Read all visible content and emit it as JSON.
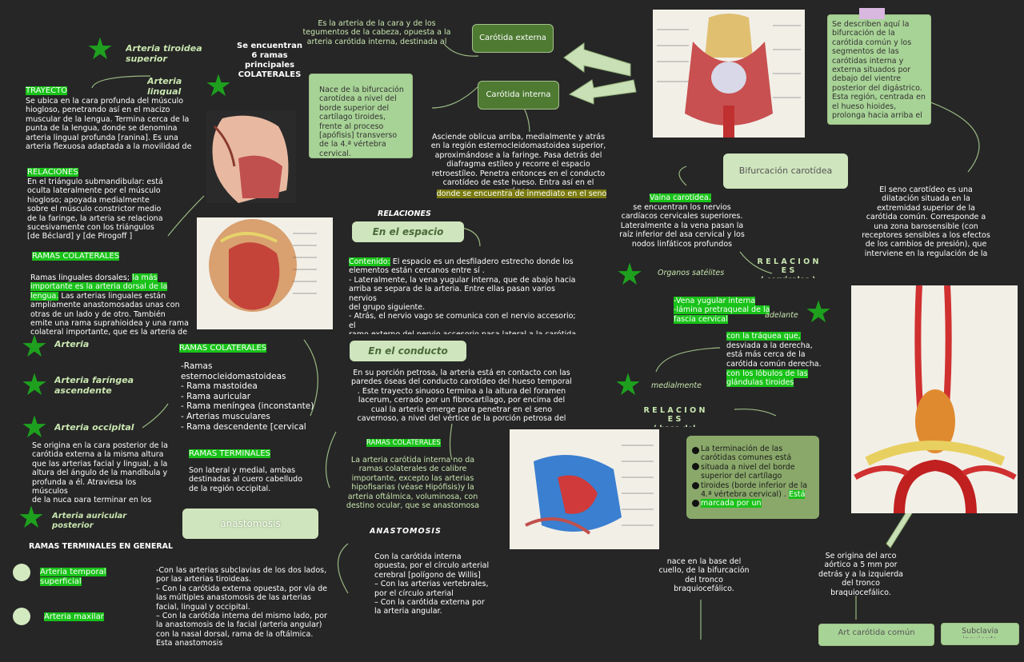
{
  "header": {
    "arteria_tiroidea": "Arteria tiroidea\nsuperior",
    "se_encuentran": "Se encuentran\n6 ramas\nprincipales\nCOLATERALES",
    "arteria_lingual": "Arteria\nlingual",
    "cara_text": "Es la arteria de la cara y de los\ntegumentos de la cabeza, opuesta a la\narteria carótida interna, destinada al"
  },
  "lingual": {
    "trayecto_label": "TRAYECTO",
    "trayecto_text": "Se ubica en la cara profunda del músculo\nhiogloso, penetrando así en el macizo\nmuscular de la lengua. Termina cerca de la\npunta de la lengua, donde se denomina\narteria lingual profunda [ranina]. Es una\narteria flexuosa adaptada a la movilidad de",
    "relaciones_label": "RELACIONES",
    "relaciones_text": "En el triángulo submandibular: está\noculta lateralmente por el músculo\nhiogloso; apoyada medialmente\nsobre el músculo constrictor medio\nde la faringe, la arteria se relaciona\nsucesivamente con los triángulos\n[de Béclard] y [de Pirogoff ]",
    "ramas_label": "RAMAS COLATERALES",
    "ramas_pre": "Ramas linguales dorsales; ",
    "ramas_hl": "la más\nimportante es la arteria dorsal de la\nlengua.",
    "ramas_post": " Las arterias linguales están\nampliamente anastomosadas unas con\notras de un lado y de otro. También\nemite una rama suprahioidea y una rama\ncolateral importante, que es la arteria de"
  },
  "left_arteries": {
    "arteria": "Arteria",
    "faringea": "Arteria faríngea\nascendente",
    "occipital": "Arteria occipital",
    "auricular": "Arteria auricular\nposterior"
  },
  "occipital": {
    "text": "Se origina en la cara posterior de la\ncarótida externa a la misma altura\nque las arterias facial y lingual, a la\naltura del ángulo de la mandíbula y\nprofunda a él. Atraviesa los músculos\nde la nuca para terminar en los\nplanos superficiales de la región",
    "ramas_col_label": "RAMAS COLATERALES",
    "ramas_col_list": "-Ramas\nesternocleidomastoideas\n- Rama mastoidea\n- Rama auricular\n- Rama meníngea (inconstante)\n- Arterias musculares\n- Rama descendente [cervical",
    "ramas_term_label": "RAMAS TERMINALES",
    "ramas_term_text": "Son lateral y medial, ambas\ndestinadas al cuero cabelludo\nde la región occipital."
  },
  "anastomosis_left": {
    "pill": "anastomosis",
    "ramas_general": "RAMAS TERMINALES EN GENERAL",
    "temporal": "Arteria temporal\nsuperficial",
    "maxilar": "Arteria maxilar",
    "text": "-Con las arterias subclavias de los dos lados,\npor las arterias tiroideas.\n– Con la carótida externa opuesta, por vía de\nlas múltiples anastomosis de las arterias\nfacial, lingual y occipital.\n– Con la carótida interna del mismo lado, por\nla anastomosis de la facial (arteria angular)\ncon la nasal dorsal, rama de la oftálmica.\nEsta anastomosis"
  },
  "center": {
    "carotida_externa": "Carótida externa",
    "carotida_interna": "Carótida interna",
    "nace_box": "Nace de la bifurcación\ncarotídea a nivel del\nborde superior del\ncartílago tiroides,\nfrente al proceso\n[apófisis] transverso\nde la 4.ª vértebra\ncervical.",
    "asciende": "Asciende oblicua arriba, medialmente y atrás\nen la región esternocleidomastoidea superior,\naproximándose a la faringe. Pasa detrás del\ndiafragma estíleo y recorre el espacio\nretroestíleo. Penetra entonces en el conducto\ncarotídeo de este hueso. Entra así en el cráneo,",
    "asciende_hl": "donde se encuentra de inmediato en el seno",
    "relaciones": "RELACIONES",
    "en_el_espacio": "En el espacio",
    "contenido_label": "Contenido:",
    "espacio_text": " El espacio es un desfiladero estrecho donde los\nelementos están cercanos entre sí .\n- Lateralmente, la vena yugular interna, que de abajo hacia\narriba se separa de la arteria. Entre ellas pasan varios nervios\ndel grupo siguiente.\n- Atrás, el nervio vago se comunica con el nervio accesorio; el\nramo externo del nervio accesorio pasa lateral a la carótida\ninterna, sea lateral o medial a la yugular interna.",
    "en_el_conducto": "En el conducto",
    "conducto_text": "En su porción petrosa, la arteria está en contacto con las\nparedes óseas del conducto carotídeo del hueso temporal\n. Este trayecto sinuoso termina a la altura del foramen\nlacerum, cerrado por un fibrocartílago, por encima del\ncual la arteria emerge para penetrar en el seno\ncavernoso, a nivel del vértice de la porción petrosa del",
    "ramas_col": "RAMAS COLATERALES",
    "ramas_col_text": "La arteria carótida interna no da\nramas colaterales de calibre\nimportante, excepto las arterias\nhipofisarias (véase Hipófisis)y la\narteria oftálmica, voluminosa, con\ndestino ocular, que se anastomosa",
    "anastomosis": "ANASTOMOSIS",
    "anast_text": "Con la carótida interna\nopuesta, por el círculo arterial\ncerebral [polígono de Willis]\n– Con las arterias vertebrales,\npor el círculo arterial\n– Con la carótida externa por\nla arteria angular."
  },
  "right": {
    "se_describen": "Se describen aquí la\nbifurcación de la\ncarótida común y los\nsegmentos de las\ncarótidas interna y\nexterna situados por\ndebajo del vientre\nposterior del digástrico.\nEsta región, centrada en\nel hueso hioides,\nprolonga hacia arriba el",
    "bifurcacion": "Bifurcación carotídea",
    "seno_text": "El seno carotídeo es una\ndilatación situada en la\nextremidad superior de la\ncarótida común. Corresponde a\nuna zona barosensible (con\nreceptores sensibles a los efectos\nde los cambios de presión), que\ninterviene en la regulación de la",
    "vaina_hl": "Vaina carotídea.",
    "vaina_text": "se encuentran los nervios\ncardíacos cervicales superiores.\nLateralmente a la vena pasan la\nraíz inferior del asa cervical y los\nnodos linfáticos profundos",
    "relaciones_cerv": "R E L A C I O N E S\n( cervicales )",
    "organos": "Órganos satélites",
    "adelante": "adelante",
    "vena_hl": "-Vena yugular interna\n-lámina pretraqueal de la\nfascia cervical",
    "medial_hl1": "con la tráquea que,",
    "medial_text": "desviada a la derecha,\nestá más cerca de la\ncarótida común derecha.",
    "medial_hl2": "con los lóbulos de las\nglándulas tiroides",
    "medialmente": "medialmente",
    "relaciones_cuello": "R E L A C I O N E S\n( base del cuello )",
    "terminacion_pre": "La terminación de las\ncarótidas comunes está\nsituada a nivel del borde\nsuperior del cartílago\ntiroides (borde inferior de la\n4.ª vértebra cervical) . ",
    "terminacion_hl": "Está\nmarcada por un",
    "nace_base": "nace en la base del\ncuello, de la bifurcación\ndel tronco\nbraquiocefálico.",
    "se_origina": "Se origina del arco\naórtico a 5 mm por\ndetrás y a la izquierda\ndel tronco\nbraquiocefálico.",
    "art_carotida": "Art carótida común",
    "subclavia": "Subclavia\nizquierda"
  },
  "colors": {
    "background": "#262626",
    "highlight": "#19c219",
    "light_green": "#cfe5bd",
    "accent_green": "#7a9a5a",
    "star": "#1ea01e"
  }
}
